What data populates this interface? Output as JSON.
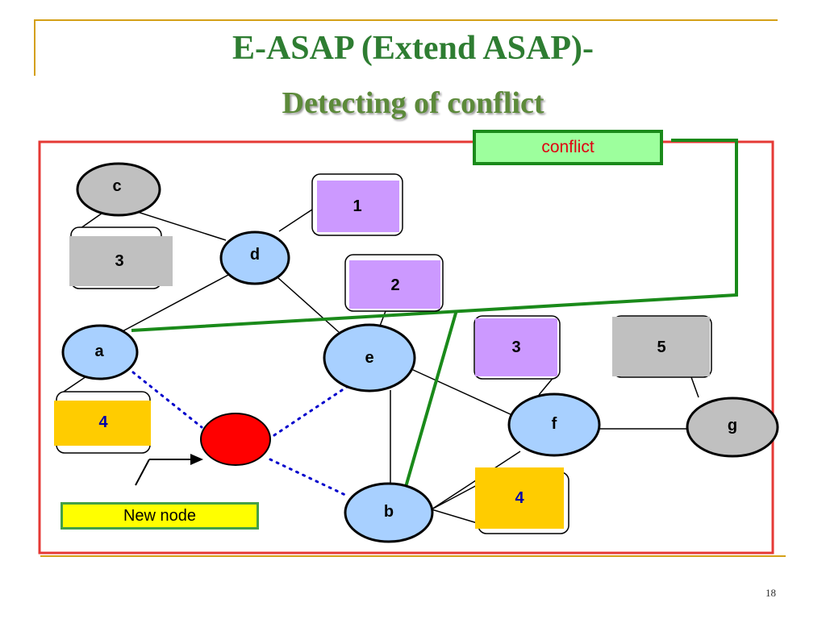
{
  "slide": {
    "title_line1": "E-ASAP (Extend ASAP)-",
    "title_line2": "Detecting of conflict",
    "page_number": "18"
  },
  "labels": {
    "conflict": "conflict",
    "new_node": "New node"
  },
  "nodes": {
    "a": "a",
    "b": "b",
    "c": "c",
    "d": "d",
    "e": "e",
    "f": "f",
    "g": "g"
  },
  "callouts": {
    "c": "3",
    "d": "1",
    "e": "2",
    "a": "4",
    "f": "3",
    "g": "5",
    "b": "4"
  },
  "colors": {
    "node_blue": "#a8d0ff",
    "node_gray": "#c0c0c0",
    "new_node_red": "#ff0000",
    "callout_purple": "#cc99ff",
    "callout_gray": "#c0c0c0",
    "callout_yellow": "#ffcc00",
    "frame_red": "#e53935",
    "conflict_line_green": "#1a8a1a",
    "dotted_blue": "#0000cc"
  }
}
